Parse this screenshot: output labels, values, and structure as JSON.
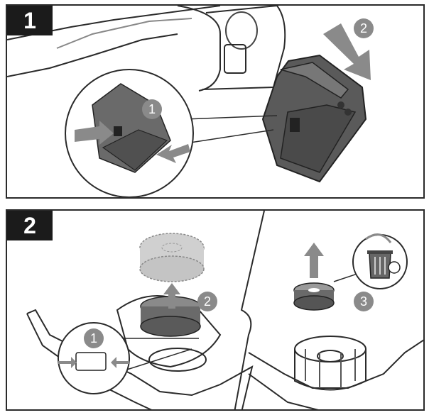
{
  "panel1": {
    "step_number": "1",
    "callouts": [
      "1",
      "2"
    ]
  },
  "panel2": {
    "step_number": "2",
    "callouts": [
      "1",
      "2",
      "3"
    ]
  },
  "colors": {
    "badge": "#1b1b1b",
    "callout": "#8a8a8a",
    "arrow": "#7a7a7a",
    "battery_dark": "#555555",
    "outline": "#2a2a2a"
  },
  "icons": [
    "arrow-icon",
    "trash-can-icon",
    "battery-icon",
    "spool-icon"
  ]
}
